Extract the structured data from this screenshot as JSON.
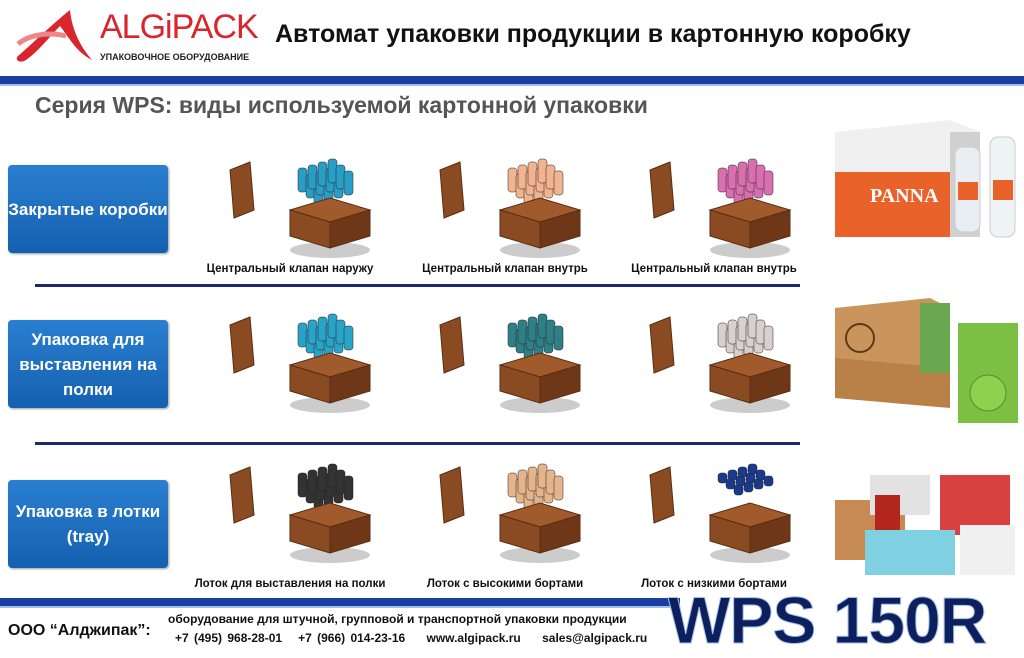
{
  "header": {
    "logo_text": "ALGiPACK",
    "logo_subtitle": "УПАКОВОЧНОЕ ОБОРУДОВАНИЕ",
    "title": "Автомат упаковки продукции в картонную коробку"
  },
  "subtitle": "Серия WPS: виды используемой картонной упаковки",
  "colors": {
    "brand_red": "#d8262d",
    "navy": "#1b3f9e",
    "button_blue": "#1f6fc0",
    "cardboard": "#8a4a22"
  },
  "rows": [
    {
      "category": "Закрытые коробки",
      "captions": [
        "Центральный  клапан наружу",
        "Центральный  клапан внутрь",
        "Центральный  клапан внутрь"
      ]
    },
    {
      "category": "Упаковка для выставления на полки",
      "captions": [
        "",
        "",
        ""
      ]
    },
    {
      "category": "Упаковка в лотки (tray)",
      "captions": [
        "Лоток для выставления на полки",
        "Лоток с высокими бортами",
        "Лоток с низкими бортами"
      ]
    }
  ],
  "footer": {
    "company": "ООО “Алджипак”:",
    "description": "оборудование для штучной, групповой и транспортной упаковки продукции",
    "phone1": "+7 (495) 968-28-01",
    "phone2": "+7 (966) 014-23-16",
    "website": "www.algipack.ru",
    "email": "sales@algipack.ru",
    "model": "WPS 150R"
  }
}
